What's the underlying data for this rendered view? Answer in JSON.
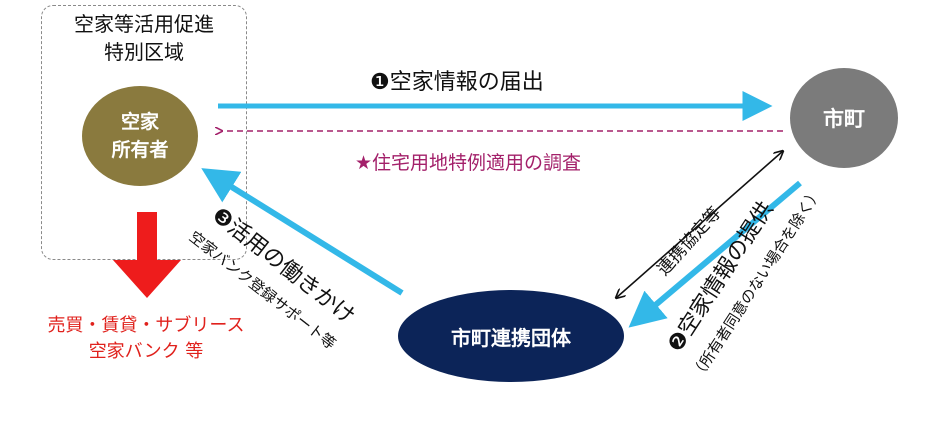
{
  "zone": {
    "title_line1": "空家等活用促進",
    "title_line2": "特別区域"
  },
  "nodes": {
    "owner_line1": "空家",
    "owner_line2": "所有者",
    "city": "市町",
    "partner": "市町連携団体"
  },
  "labels": {
    "step1": "❶空家情報の届出",
    "survey": "★住宅用地特例適用の調査",
    "step3": "❸活用の働きかけ",
    "step3_sub": "空家バンク登録サポート等",
    "agreement": "連携協定等",
    "step2": "❷空家情報の提供",
    "step2_sub": "（所有者同意のない場合を除く）",
    "outcome_line1": "売買・賃貸・サブリース",
    "outcome_line2": "空家バンク 等"
  },
  "colors": {
    "owner": "#8a7a3e",
    "city": "#7b7b7b",
    "partner": "#0c2458",
    "cyan_arrow": "#33b8e8",
    "magenta_dashed": "#a3206a",
    "red_arrow": "#ee1c1c",
    "zone_border": "#8a8a8a"
  }
}
